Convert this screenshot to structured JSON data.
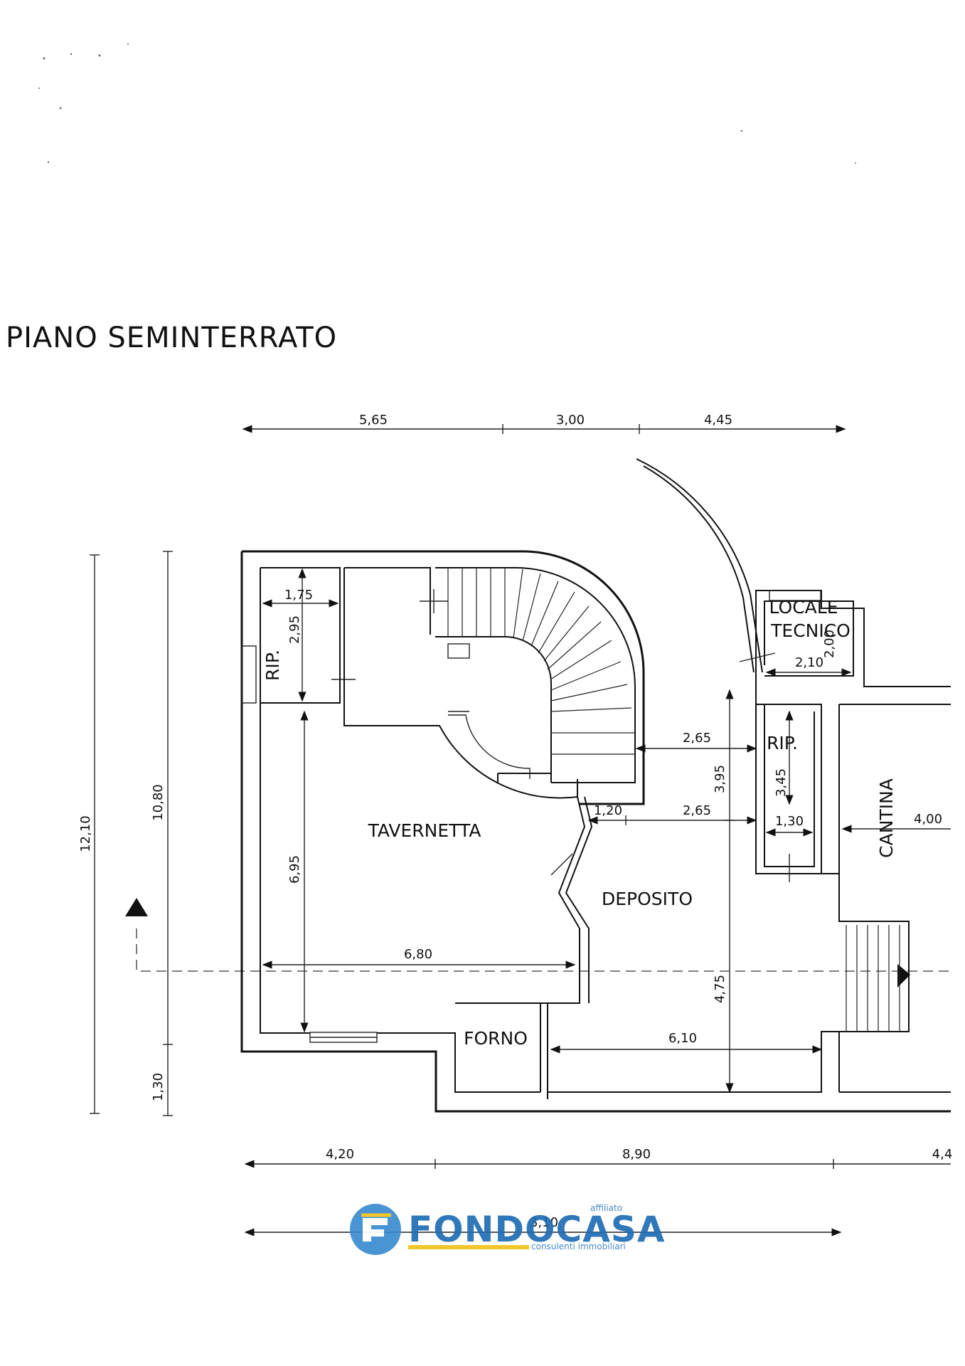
{
  "title": "PIANO SEMINTERRATO",
  "rooms": {
    "tavernetta": "TAVERNETTA",
    "deposito": "DEPOSITO",
    "forno": "FORNO",
    "cantina": "CANTINA",
    "rip_left": "RIP.",
    "rip_right": "RIP.",
    "locale_tecnico_1": "LOCALE",
    "locale_tecnico_2": "TECNICO"
  },
  "dimensions": {
    "top_1": "5,65",
    "top_2": "3,00",
    "top_3": "4,45",
    "left_total": "12,10",
    "left_inner": "10,80",
    "left_bottom": "1,30",
    "rip_width": "1,75",
    "rip_height": "2,95",
    "tavernetta_height": "6,95",
    "tavernetta_width": "6,80",
    "stair_gap": "2,65",
    "deposito_top_a": "1,20",
    "deposito_top_b": "2,65",
    "deposito_h1": "3,95",
    "deposito_h2": "4,75",
    "deposito_width": "6,10",
    "rip_right_h": "3,45",
    "rip_right_w": "1,30",
    "locale_w": "2,10",
    "locale_h": "2,00",
    "cantina_w": "4,00",
    "bottom_1": "4,20",
    "bottom_2": "8,90",
    "bottom_3": "4,4",
    "bottom_total": "3,10"
  },
  "logo": {
    "name": "FONDOCASA",
    "tag": "affiliato",
    "subtitle": "consulenti immobiliari",
    "colors": {
      "blue": "#1f6db5",
      "yellow": "#f2c21a"
    }
  }
}
